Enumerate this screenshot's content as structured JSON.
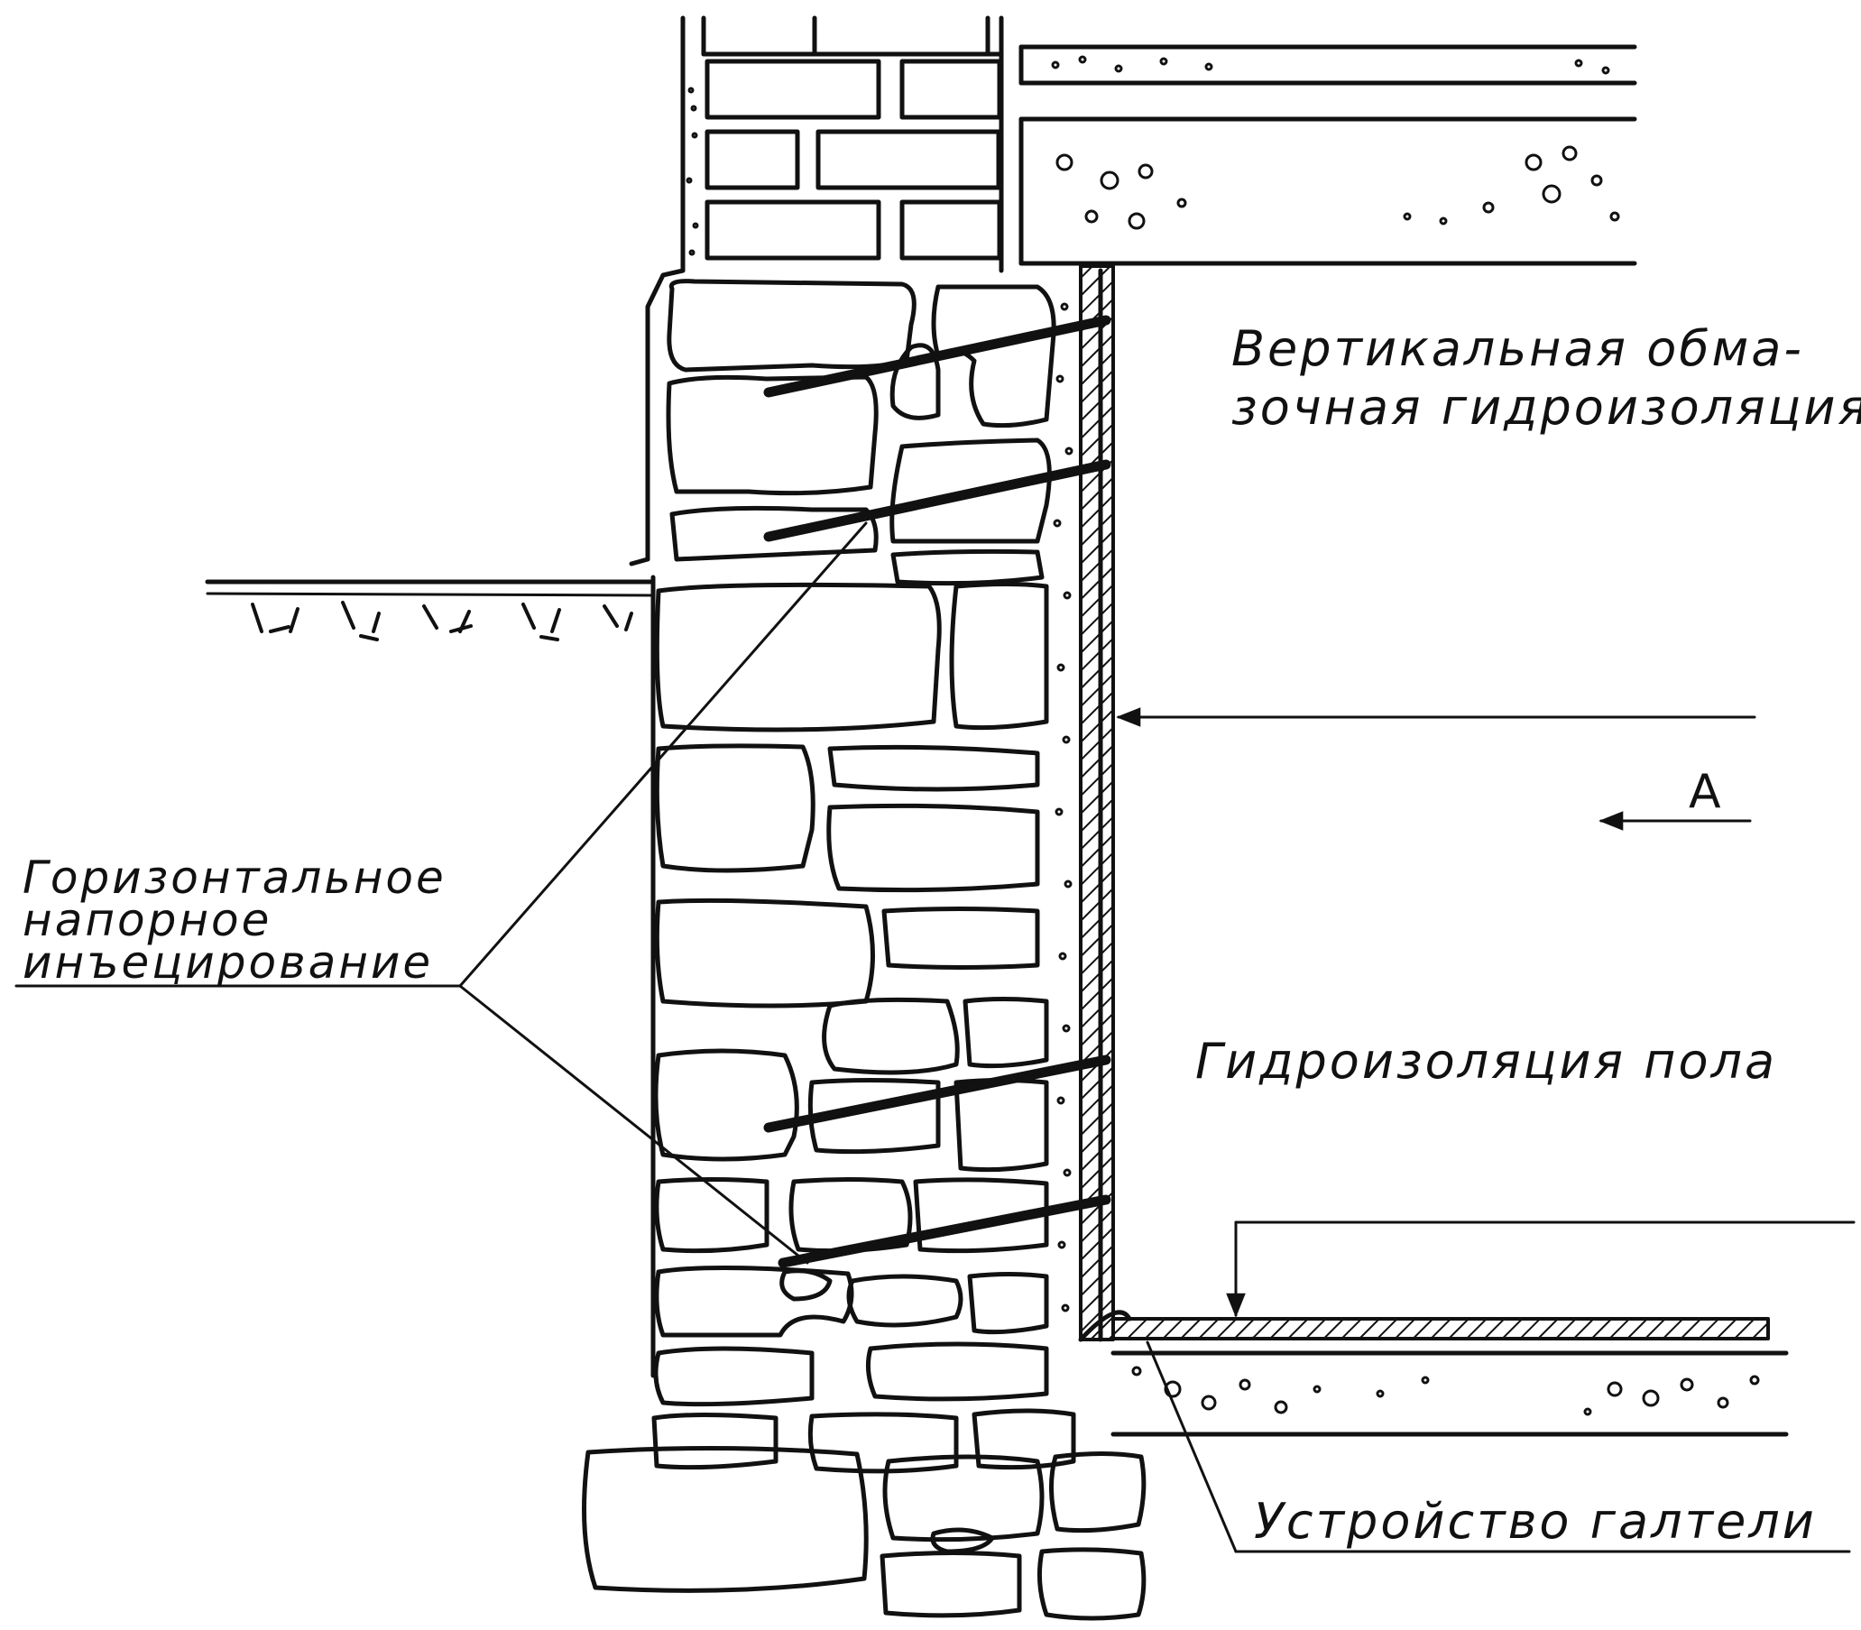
{
  "labels": {
    "vertical_coating_line1": "Вертикальная обма-",
    "vertical_coating_line2": "зочная гидроизоляция",
    "horizontal_injection_line1": "Горизонтальное",
    "horizontal_injection_line2": "напорное",
    "horizontal_injection_line3": "инъецирование",
    "floor_waterproofing": "Гидроизоляция пола",
    "fillet": "Устройство галтели",
    "view_marker": "A"
  },
  "colors": {
    "ink": "#111111",
    "paper": "#ffffff"
  }
}
